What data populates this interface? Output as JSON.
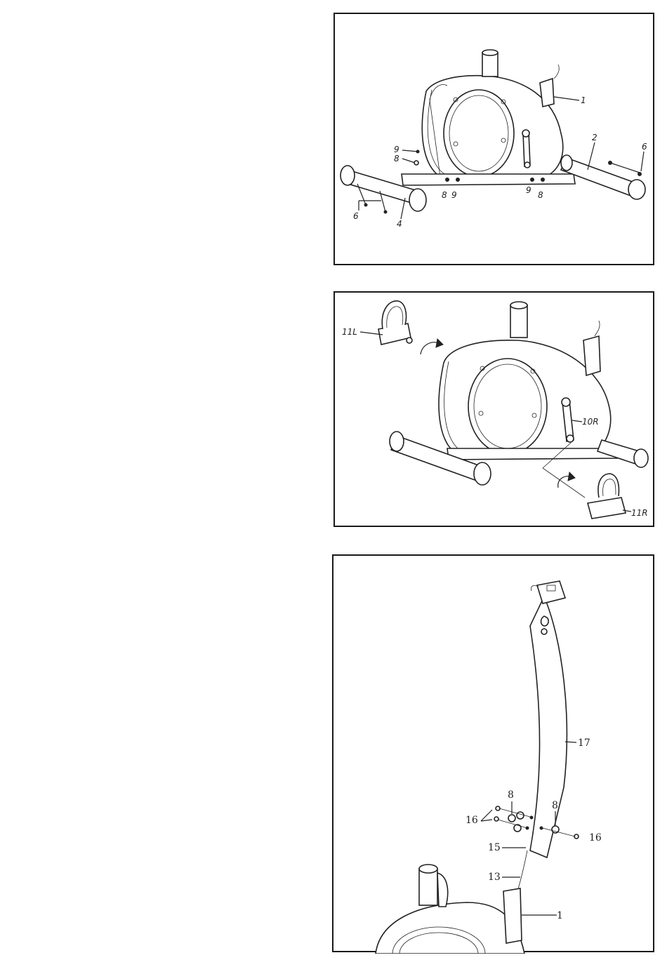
{
  "panels": [
    {
      "id": "step-base",
      "labels": {
        "part_1": "1",
        "part_2": "2",
        "part_6_right": "6",
        "part_9_top": "9",
        "part_8_top": "8",
        "part_6_left": "6",
        "part_4": "4",
        "part_8_a": "8",
        "part_9_a": "9",
        "part_9_b": "9",
        "part_8_b": "8"
      }
    },
    {
      "id": "step-pedals",
      "labels": {
        "part_11L": "11L",
        "part_10R": "10R",
        "part_11R": "11R"
      }
    },
    {
      "id": "step-upright",
      "labels": {
        "part_17": "17",
        "part_8_a": "8",
        "part_8_b": "8",
        "part_16_left": "16",
        "part_16_right": "16",
        "part_15": "15",
        "part_13": "13",
        "part_1": "1"
      }
    }
  ]
}
